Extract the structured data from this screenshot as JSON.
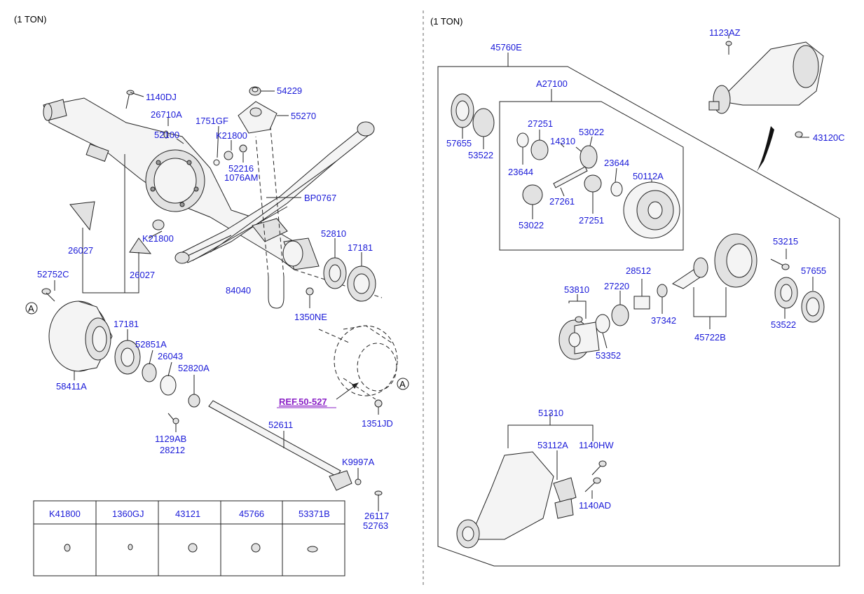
{
  "headers": {
    "left": "(1 TON)",
    "right": "(1 TON)"
  },
  "left_labels": {
    "p1140dj": "1140DJ",
    "p54229": "54229",
    "p26710a": "26710A",
    "p55270": "55270",
    "p1751gf": "1751GF",
    "p52100": "52100",
    "p21800": "K21800",
    "p52216": "52216",
    "p1076am": "1076AM",
    "pbp0767": "BP0767",
    "pk21800b": "K21800",
    "p26027a": "26027",
    "p26027b": "26027",
    "p52810": "52810",
    "p17181a": "17181",
    "p52752c": "52752C",
    "p84040": "84040",
    "p1350ne": "1350NE",
    "p17181b": "17181",
    "p52851a": "52851A",
    "p26043": "26043",
    "p52820a": "52820A",
    "p58411a": "58411A",
    "p1129ab": "1129AB",
    "p28212": "28212",
    "p52611": "52611",
    "p1351jd": "1351JD",
    "pk9997a": "K9997A",
    "p26117": "26117",
    "p52763": "52763",
    "refA1": "A",
    "refA2": "A"
  },
  "ref_link": "REF.50-527",
  "right_labels": {
    "p1123az": "1123AZ",
    "p45760e": "45760E",
    "p43120c": "43120C",
    "pa27100": "A27100",
    "p57655a": "57655",
    "p53522a": "53522",
    "p27251a": "27251",
    "p14310": "14310",
    "p53022a": "53022",
    "p23644a": "23644",
    "p23644b": "23644",
    "p50112a": "50112A",
    "p27261": "27261",
    "p53022b": "53022",
    "p27251b": "27251",
    "p53215": "53215",
    "p28512": "28512",
    "p53810": "53810",
    "p27220": "27220",
    "p57655b": "57655",
    "p37342": "37342",
    "p45722b": "45722B",
    "p53522b": "53522",
    "p53352": "53352",
    "p51310": "51310",
    "p53112a": "53112A",
    "p1140hw": "1140HW",
    "p1140ad": "1140AD"
  },
  "parts_table": {
    "columns": [
      "K41800",
      "1360GJ",
      "43121",
      "45766",
      "53371B"
    ]
  },
  "colors": {
    "label": "#1a1ad8",
    "reference": "#8a1fc6",
    "line": "#222222"
  }
}
